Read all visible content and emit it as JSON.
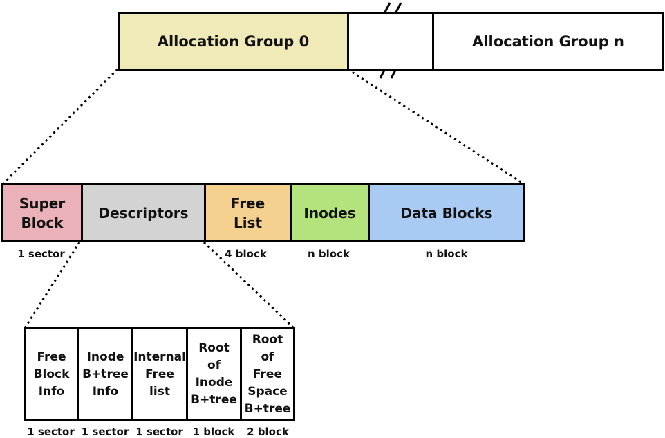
{
  "top_row": {
    "group0_label": "Allocation Group 0",
    "groupn_label": "Allocation Group n",
    "group0_color": "#efeab8"
  },
  "middle_row": {
    "segments": [
      {
        "label": "Super\nBlock",
        "color": "#eab2b8",
        "size": "1 sector"
      },
      {
        "label": "Descriptors",
        "color": "#d3d3d3",
        "size": ""
      },
      {
        "label": "Free\nList",
        "color": "#f6d08e",
        "size": "4 block"
      },
      {
        "label": "Inodes",
        "color": "#b4e27c",
        "size": "n block"
      },
      {
        "label": "Data Blocks",
        "color": "#a9caf3",
        "size": "n block"
      }
    ]
  },
  "bottom_row": {
    "segments": [
      {
        "label": "Free\nBlock\nInfo",
        "size": "1 sector"
      },
      {
        "label": "Inode\nB+tree\nInfo",
        "size": "1 sector"
      },
      {
        "label": "Internal\nFree\nlist",
        "size": "1 sector"
      },
      {
        "label": "Root\nof\nInode\nB+tree",
        "size": "1 block"
      },
      {
        "label": "Root\nof\nFree\nSpace\nB+tree",
        "size": "2 block"
      }
    ]
  }
}
